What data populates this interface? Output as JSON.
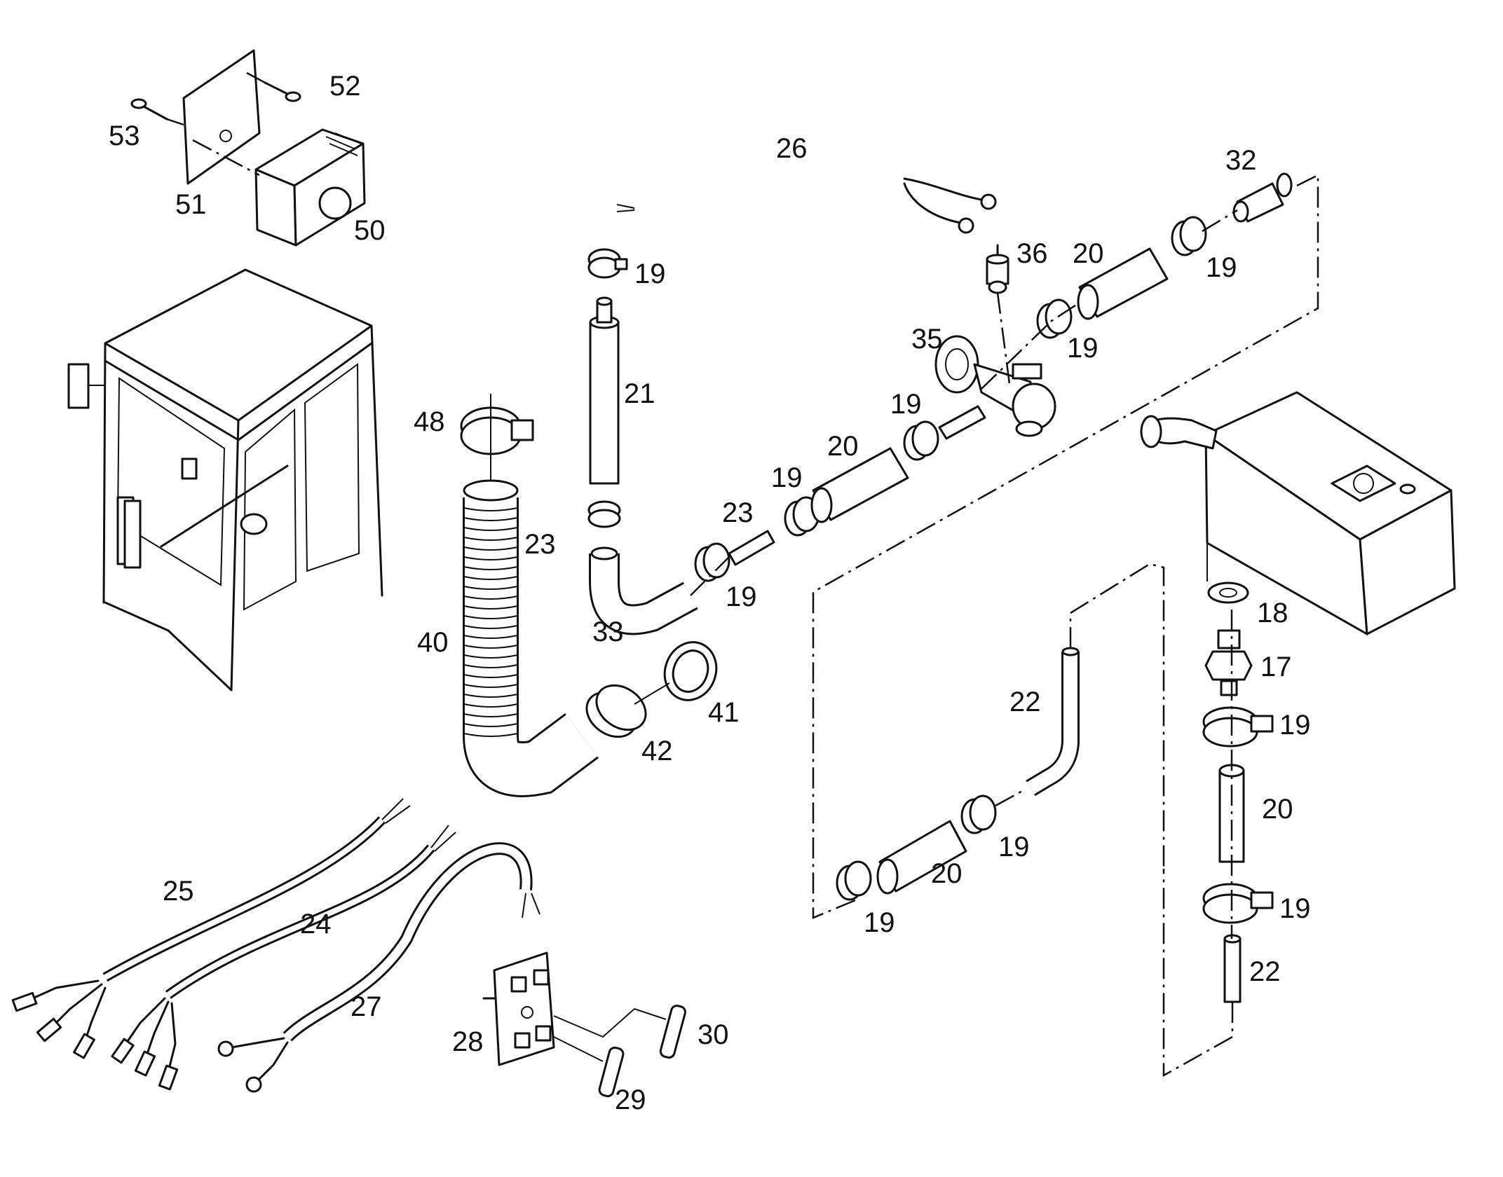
{
  "labels": {
    "p53": "53",
    "p52": "52",
    "p51": "51",
    "p50": "50",
    "p26": "26",
    "p32": "32",
    "p36": "36",
    "p20a": "20",
    "p19a": "19",
    "p19b": "19",
    "p21": "21",
    "p48": "48",
    "p35": "35",
    "p19c": "19",
    "p19d": "19",
    "p20b": "20",
    "p19e": "19",
    "p23a": "23",
    "p23b": "23",
    "p19f": "19",
    "p33": "33",
    "p40": "40",
    "p41": "41",
    "p42": "42",
    "p22a": "22",
    "p18": "18",
    "p17": "17",
    "p19g": "19",
    "p20c": "20",
    "p19h": "19",
    "p20d": "20",
    "p19i": "19",
    "p19j": "19",
    "p22b": "22",
    "p25": "25",
    "p24": "24",
    "p27": "27",
    "p28": "28",
    "p29": "29",
    "p30": "30"
  },
  "colors": {
    "line": "#111111",
    "background": "#ffffff"
  }
}
